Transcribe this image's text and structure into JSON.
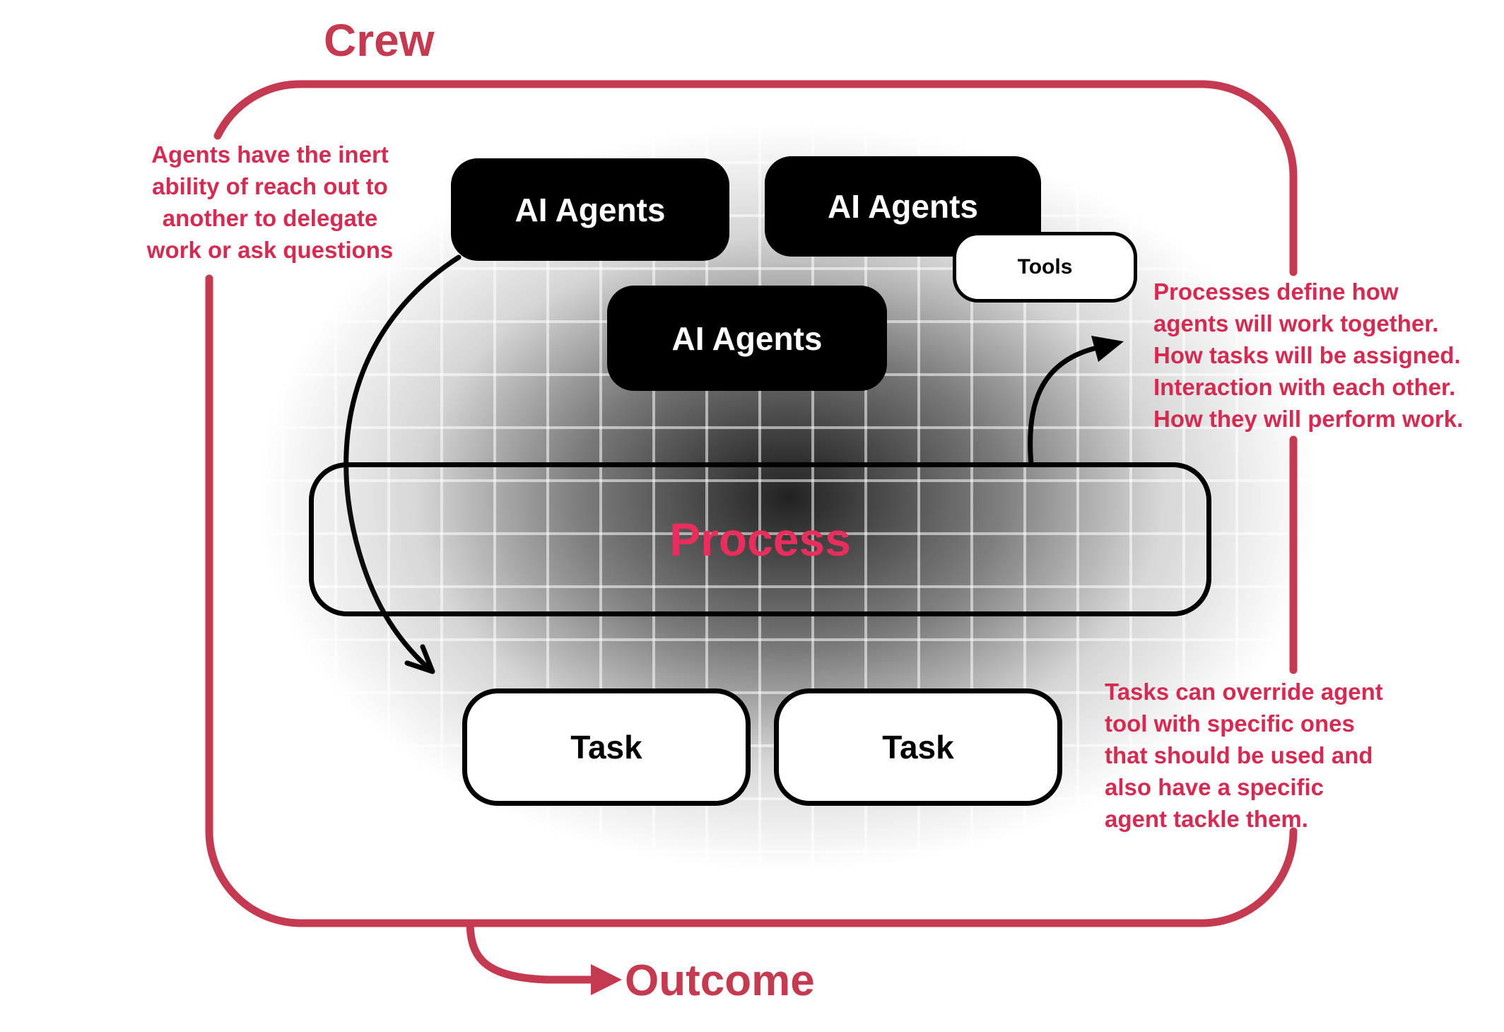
{
  "colors": {
    "crimson": "#c43a50",
    "annotation_red": "#d32b51",
    "process_red": "#e92d5c"
  },
  "title": "Crew",
  "outcome_label": "Outcome",
  "agents": [
    {
      "label": "AI Agents"
    },
    {
      "label": "AI Agents"
    },
    {
      "label": "AI Agents"
    }
  ],
  "tools_label": "Tools",
  "process_label": "Process",
  "tasks": [
    {
      "label": "Task"
    },
    {
      "label": "Task"
    }
  ],
  "annotations": {
    "left": "Agents have the inert\nability of reach out to\nanother to delegate\nwork or ask questions",
    "right_top": "Processes define how\nagents will work together.\nHow tasks will be assigned.\nInteraction with each other.\nHow they will perform work.",
    "right_bottom": "Tasks can override agent\ntool with specific ones\nthat should be used and\nalso have a specific\nagent tackle them."
  }
}
